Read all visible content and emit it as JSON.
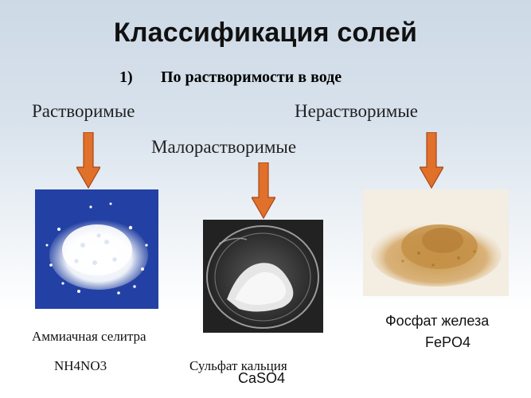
{
  "title": "Классификация солей",
  "subtitle": {
    "number": "1)",
    "text": "По растворимости в воде"
  },
  "categories": {
    "soluble": "Растворимые",
    "slightly_soluble": "Малорастворимые",
    "insoluble": "Нерастворимые"
  },
  "examples": {
    "soluble": {
      "name": "Аммиачная селитра",
      "formula": "NH4NO3"
    },
    "slightly_soluble": {
      "name": "Сульфат кальция",
      "formula": "CaSO4"
    },
    "insoluble": {
      "name": "Фосфат железа",
      "formula": "FePO4"
    }
  },
  "colors": {
    "arrow": "#e0702a",
    "arrow_border": "#a8481a"
  }
}
